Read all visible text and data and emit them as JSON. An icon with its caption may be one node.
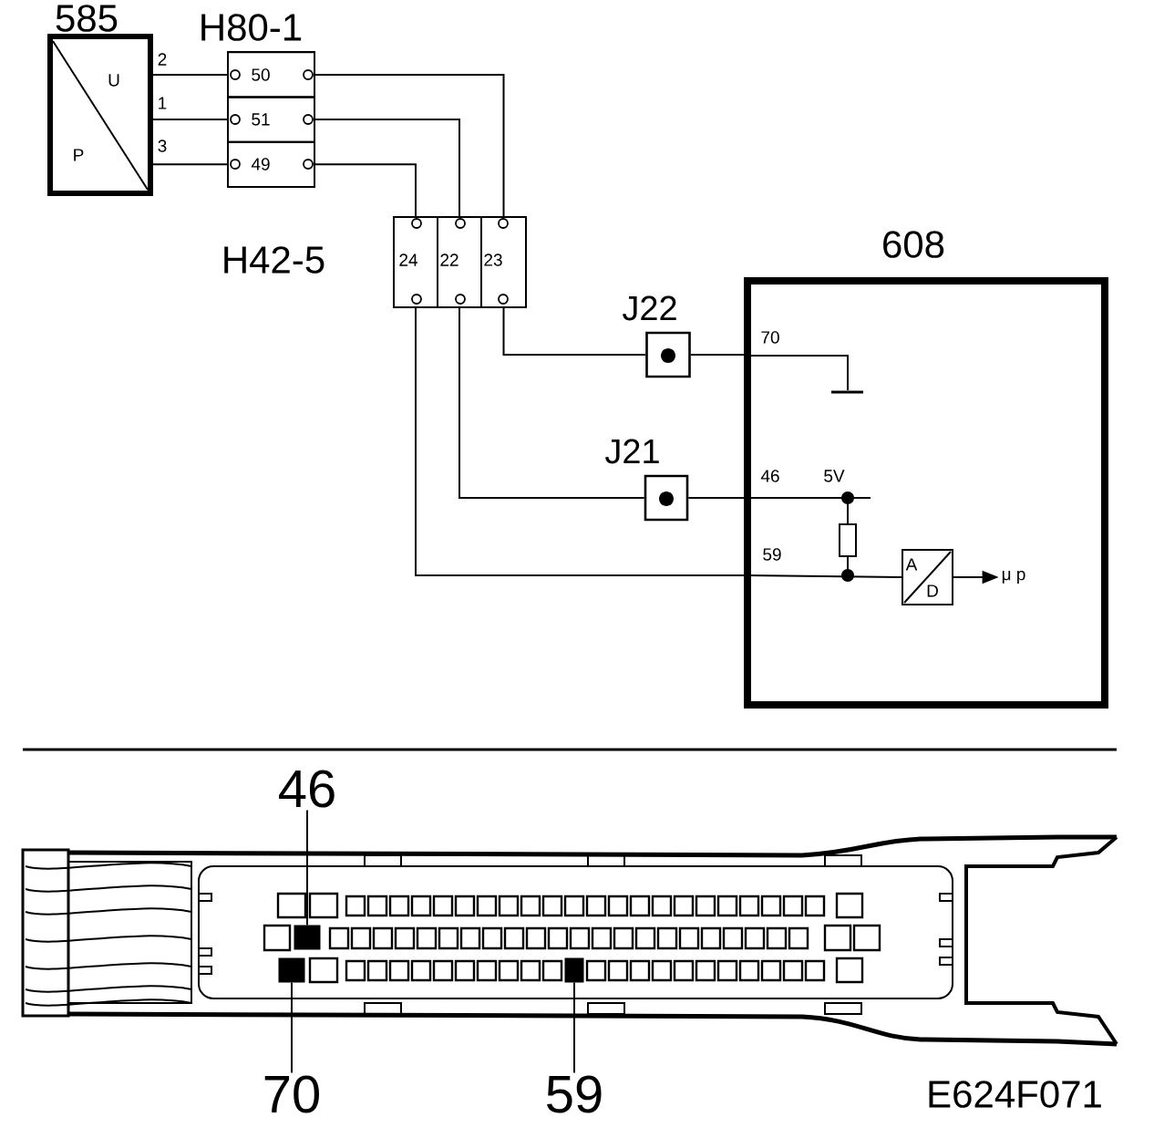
{
  "diagram": {
    "nodes": [
      {
        "text": [
          "585",
          "U",
          "P"
        ]
      },
      {
        "text": [
          "H80-1"
        ]
      },
      {
        "text": [
          "50"
        ],
        "in": 1
      },
      {
        "text": [
          "51"
        ],
        "in": 1
      },
      {
        "text": [
          "49"
        ],
        "in": 1
      },
      {
        "text": [
          "H42-5"
        ]
      },
      {
        "text": [
          "24"
        ],
        "in": 5
      },
      {
        "text": [
          "22"
        ],
        "in": 5
      },
      {
        "text": [
          "23"
        ],
        "in": 5
      },
      {
        "text": [
          "J22"
        ]
      },
      {
        "text": [
          "J21"
        ]
      },
      {
        "text": [
          "608"
        ]
      },
      {
        "text": [
          "A",
          "D"
        ],
        "in": 11
      },
      {
        "text": [
          "μ p"
        ],
        "in": 11
      },
      {
        "text": [
          "46"
        ]
      },
      {
        "text": [],
        "shape": "box"
      },
      {
        "text": [
          "70"
        ]
      },
      {
        "text": [],
        "shape": "box"
      },
      {
        "text": [
          "59"
        ]
      },
      {
        "text": [],
        "shape": "box"
      }
    ],
    "edges": [
      {
        "from": 0,
        "to": 2,
        "arrow": "none"
      },
      {
        "from": 0,
        "to": 3,
        "arrow": "none"
      },
      {
        "from": 0,
        "to": 4,
        "arrow": "none"
      },
      {
        "from": 2,
        "to": 8,
        "arrow": "none"
      },
      {
        "from": 3,
        "to": 7,
        "arrow": "none"
      },
      {
        "from": 4,
        "to": 6,
        "arrow": "none"
      },
      {
        "from": 8,
        "to": 9,
        "arrow": "none"
      },
      {
        "from": 9,
        "to": 11,
        "arrow": "none"
      },
      {
        "from": 7,
        "to": 10,
        "arrow": "none"
      },
      {
        "from": 10,
        "to": 11,
        "arrow": "none"
      },
      {
        "from": 6,
        "to": 11,
        "arrow": "none"
      },
      {
        "from": 12,
        "to": 13,
        "arrow": "to"
      },
      {
        "from": 14,
        "to": 15,
        "arrow": "none"
      },
      {
        "from": 16,
        "to": 17,
        "arrow": "none"
      },
      {
        "from": 18,
        "to": 19,
        "arrow": "none"
      }
    ],
    "labels": [
      "2",
      "1",
      "3",
      "70",
      "46",
      "5V",
      "59",
      "E624F071"
    ]
  }
}
